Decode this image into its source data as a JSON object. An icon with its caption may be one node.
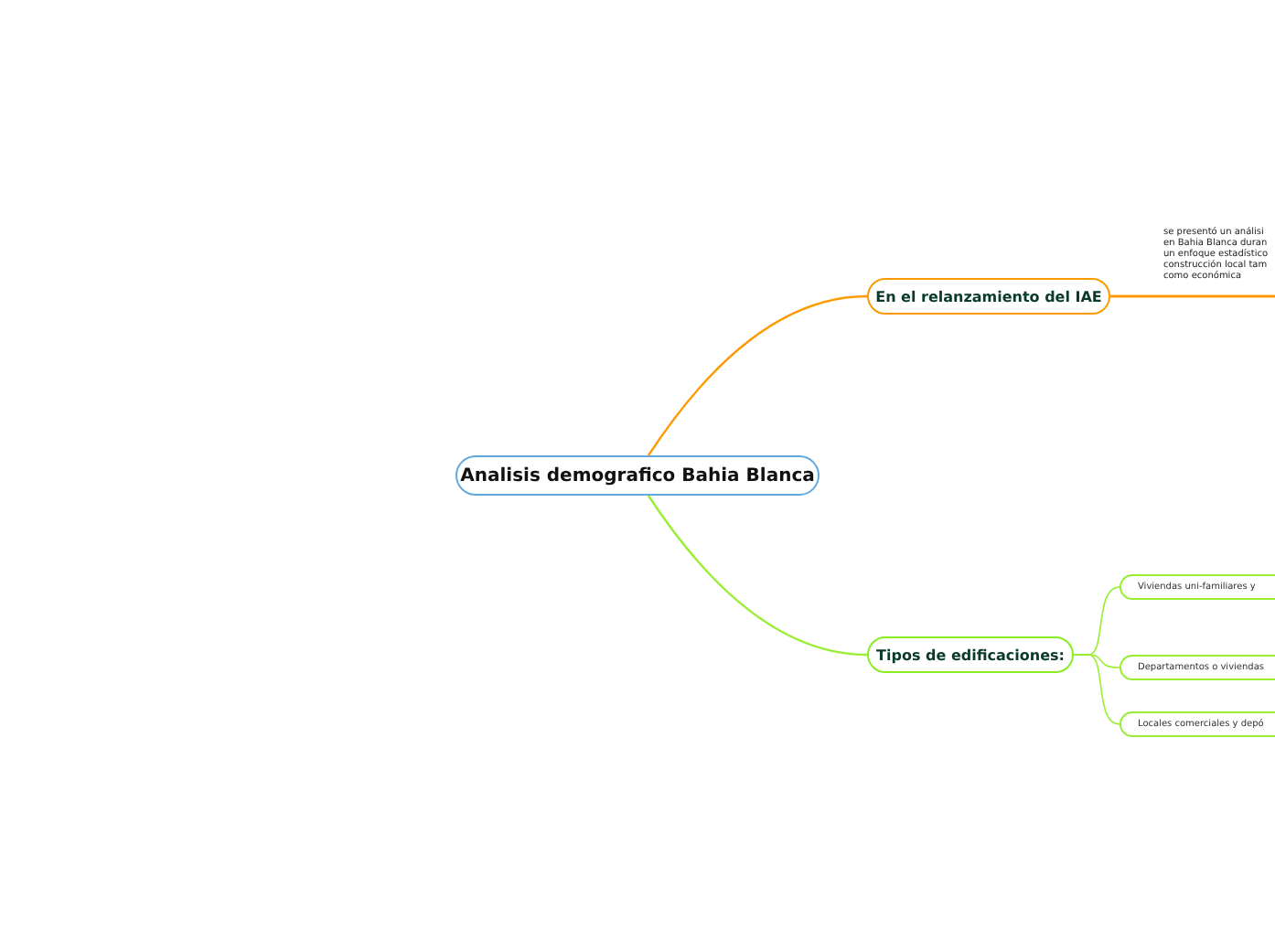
{
  "diagram": {
    "nodes": [
      {
        "text": [
          "Analisis demografico Bahia Blanca"
        ]
      },
      {
        "text": [
          "En el relanzamiento del IAE"
        ]
      },
      {
        "text": [
          "se presentó un análisi en Bahia Blanca duran un enfoque estadístico construcción local tam como económica"
        ]
      },
      {
        "text": [
          "Tipos de edificaciones:"
        ]
      },
      {
        "text": [
          "Viviendas uni-familiares y"
        ]
      },
      {
        "text": [
          "Departamentos o viviendas"
        ]
      },
      {
        "text": [
          "Locales comerciales y depó"
        ]
      }
    ],
    "edges": [
      {
        "from": 0,
        "to": 1,
        "arrow": "none",
        "color": "#ff9900"
      },
      {
        "from": 1,
        "to": 2,
        "arrow": "none",
        "color": "#ff9900"
      },
      {
        "from": 0,
        "to": 3,
        "arrow": "none"
      },
      {
        "from": 3,
        "to": 4,
        "arrow": "none"
      },
      {
        "from": 3,
        "to": 5,
        "arrow": "none"
      },
      {
        "from": 3,
        "to": 6,
        "arrow": "none"
      }
    ]
  }
}
